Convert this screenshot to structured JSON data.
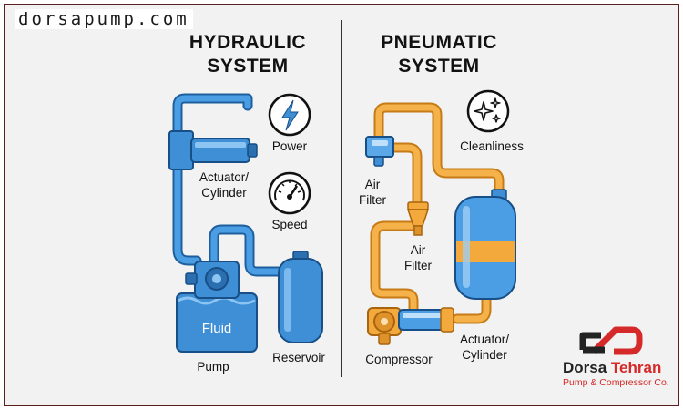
{
  "site": "dorsapump.com",
  "hydraulic": {
    "title_line1": "HYDRAULIC",
    "title_line2": "SYSTEM",
    "labels": {
      "actuator_line1": "Actuator/",
      "actuator_line2": "Cylinder",
      "fluid": "Fluid",
      "pump": "Pump",
      "reservoir": "Reservoir",
      "power": "Power",
      "speed": "Speed"
    }
  },
  "pneumatic": {
    "title_line1": "PNEUMATIC",
    "title_line2": "SYSTEM",
    "labels": {
      "air_filter_1_line1": "Air",
      "air_filter_1_line2": "Filter",
      "air_filter_2_line1": "Air",
      "air_filter_2_line2": "Filter",
      "compressor": "Compressor",
      "actuator_line1": "Actuator/",
      "actuator_line2": "Cylinder",
      "cleanliness": "Cleanliness"
    }
  },
  "brand": {
    "name_part1": "Dorsa",
    "name_part2": "Tehran",
    "subtitle": "Pump & Compressor Co."
  },
  "colors": {
    "background": "#f2f2f2",
    "frame": "#5a2020",
    "hydraulic_blue": "#3f8fd6",
    "hydraulic_dark": "#1e5f9f",
    "pneumatic_orange": "#f3a93c",
    "pneumatic_dark": "#c77b16",
    "brand_red": "#d62a2a"
  },
  "icons": {
    "power": "lightning-bolt-icon",
    "speed": "gauge-icon",
    "cleanliness": "sparkles-icon",
    "brand": "dorsa-tehran-logo-icon"
  }
}
